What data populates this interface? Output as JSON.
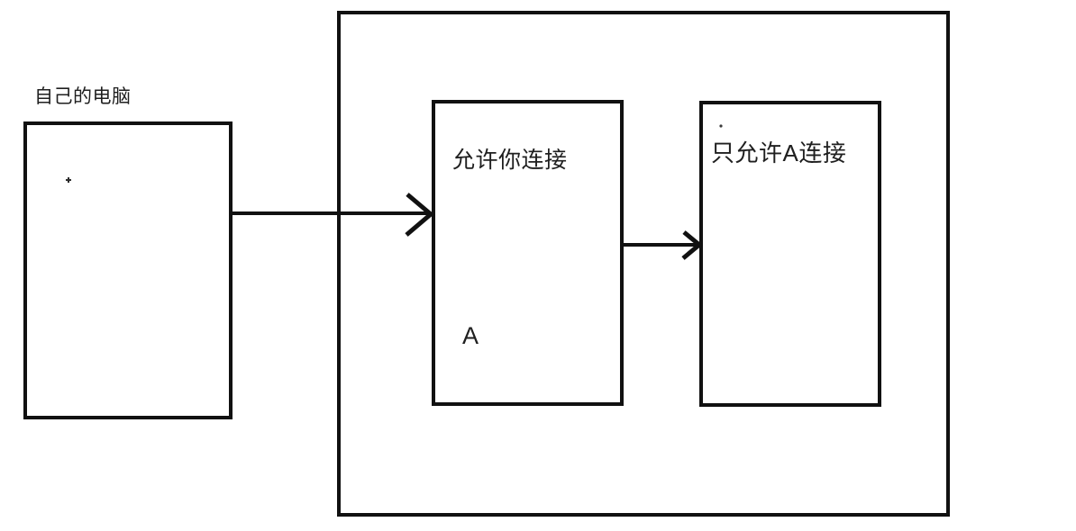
{
  "diagram": {
    "type": "network-permission-flow",
    "background_color": "#ffffff",
    "stroke_color": "#111111",
    "text_color": "#1f1f1f",
    "local": {
      "label": "自己的电脑",
      "box_name": "local-computer-box",
      "has_cursor_dot": true
    },
    "remote_group": {
      "name": "remote-network-boundary",
      "nodes": [
        {
          "id": "middle",
          "title": "允许你连接",
          "node_id": "A"
        },
        {
          "id": "right",
          "title": "只允许A连接"
        }
      ]
    },
    "arrows": [
      {
        "name": "arrow-local-to-a",
        "from": "local-computer-box",
        "to": "middle-box"
      },
      {
        "name": "arrow-a-to-b",
        "from": "middle-box",
        "to": "right-box"
      }
    ]
  }
}
